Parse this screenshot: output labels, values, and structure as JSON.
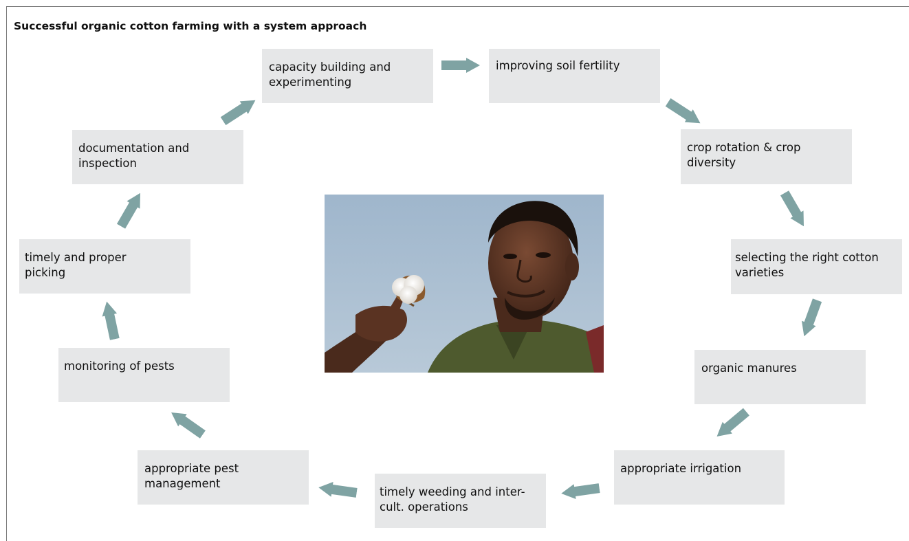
{
  "title": "Successful organic cotton farming with a system approach",
  "colors": {
    "box_fill": "#e6e7e8",
    "arrow": "#7fa3a3",
    "text": "#111111",
    "border": "#7a7a7a"
  },
  "steps": [
    {
      "label": "capacity building and experimenting"
    },
    {
      "label": "improving soil fertility"
    },
    {
      "label": "crop rotation & crop diversity"
    },
    {
      "label": "selecting the right cotton varieties"
    },
    {
      "label": "organic manures"
    },
    {
      "label": "appropriate irrigation"
    },
    {
      "label": "timely weeding and inter-cult. operations"
    },
    {
      "label": "appropriate pest management"
    },
    {
      "label": "monitoring of pests"
    },
    {
      "label": "timely and proper picking"
    },
    {
      "label": "documentation and inspection"
    }
  ],
  "center_image": {
    "subject": "farmer holding an open cotton boll"
  }
}
